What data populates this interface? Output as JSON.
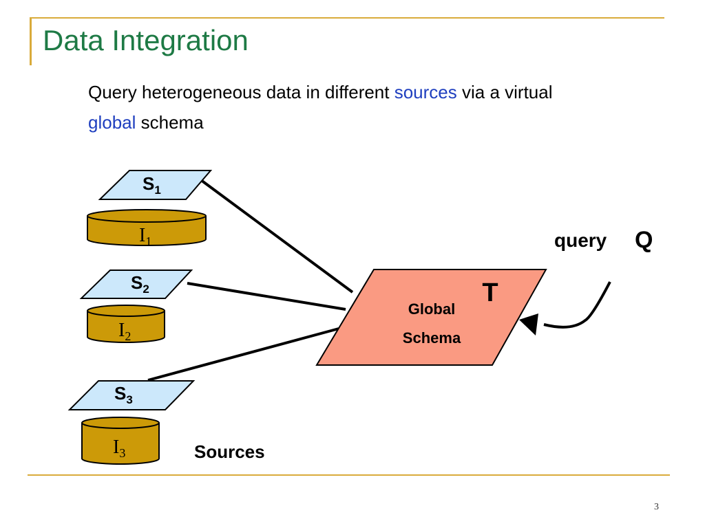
{
  "slide": {
    "title": "Data Integration",
    "subtitle": {
      "part1": "Query heterogeneous data in different ",
      "highlight1": "sources",
      "part2": " via a virtual ",
      "highlight2": "global",
      "part3": " schema"
    },
    "page_number": "3"
  },
  "diagram": {
    "sources": [
      {
        "schema_letter": "S",
        "schema_sub": "1",
        "instance_letter": "I",
        "instance_sub": "1"
      },
      {
        "schema_letter": "S",
        "schema_sub": "2",
        "instance_letter": "I",
        "instance_sub": "2"
      },
      {
        "schema_letter": "S",
        "schema_sub": "3",
        "instance_letter": "I",
        "instance_sub": "3"
      }
    ],
    "global_schema": {
      "line1": "Global",
      "line2": "Schema",
      "mapping_label": "T"
    },
    "query": {
      "word": "query",
      "symbol": "Q"
    },
    "sources_label": "Sources",
    "colors": {
      "schema_fill": "#cce8fb",
      "cylinder_fill": "#cc9a08",
      "global_fill": "#fa9a82",
      "title_color": "#1e7a45",
      "highlight_color": "#1f3fbf",
      "rule_color": "#d9ab3a"
    }
  }
}
